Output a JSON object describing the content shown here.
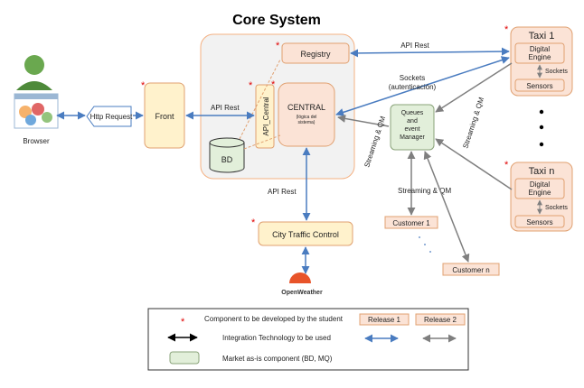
{
  "title": "Core System",
  "nodes": {
    "browser": "Browser",
    "http_request": "Http Request",
    "front": "Front",
    "registry": "Registry",
    "api_central": "API_Central",
    "central": "CENTRAL",
    "central_sub_1": "(lógica del",
    "central_sub_2": "sistema)",
    "bd": "BD",
    "queues_1": "Queues",
    "queues_2": "and",
    "queues_3": "event",
    "queues_4": "Manager",
    "city_traffic": "City Traffic Control",
    "openweather": "OpenWeather",
    "taxi1": "Taxi 1",
    "taxin": "Taxi n",
    "digital_1": "Digital",
    "digital_2": "Engine",
    "sensors": "Sensors",
    "sockets": "Sockets",
    "customer1": "Customer 1",
    "customern": "Customer n"
  },
  "edges": {
    "api_rest_front": "API Rest",
    "api_rest_taxi": "API Rest",
    "sockets_auth_1": "Sockets",
    "sockets_auth_2": "(autenticación)",
    "streaming_qm_central": "Streaming & QM",
    "streaming_qm_taxi": "Streaming & QM",
    "streaming_qm_customer": "Streaming & QM",
    "api_rest_city": "API Rest"
  },
  "legend": {
    "star_desc": "Component to be developed by the student",
    "release1": "Release 1",
    "release2": "Release 2",
    "integration": "Integration Technology to be used",
    "market": "Market as-is component (BD, MQ)"
  },
  "colors": {
    "release1_arrow": "#4a7cc0",
    "release2_arrow": "#7f7f7f",
    "orange_fill": "#fbe3d6",
    "orange_border": "#e0a070",
    "yellow_fill": "#fff2cc",
    "green_fill": "#e2efda",
    "star": "#e00000"
  }
}
